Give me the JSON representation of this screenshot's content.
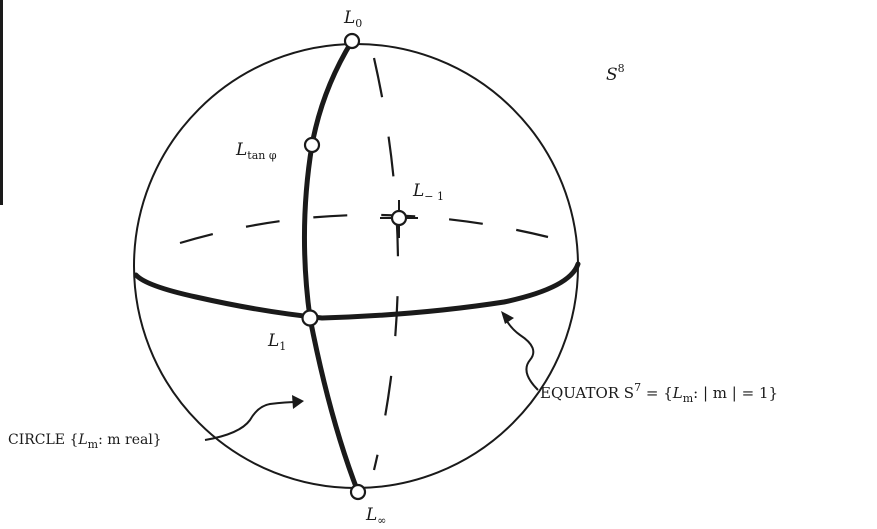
{
  "sphere": {
    "name": "S",
    "sup": "8"
  },
  "points": {
    "l0": {
      "main": "L",
      "sub": "0"
    },
    "ltan": {
      "main": "L",
      "sub": "tan φ"
    },
    "lminus1": {
      "main": "L",
      "sub": "− 1"
    },
    "l1": {
      "main": "L",
      "sub": "1"
    },
    "linf": {
      "main": "L",
      "sub": "∞"
    }
  },
  "equator_label": {
    "prefix": "EQUATOR S",
    "sup": "7",
    "eq": " = {",
    "L": "L",
    "sub": "m",
    "rest": ": | m | = 1}"
  },
  "circle_label": {
    "prefix": "CIRCLE {",
    "L": "L",
    "sub": "m",
    "rest": ": m real}"
  }
}
